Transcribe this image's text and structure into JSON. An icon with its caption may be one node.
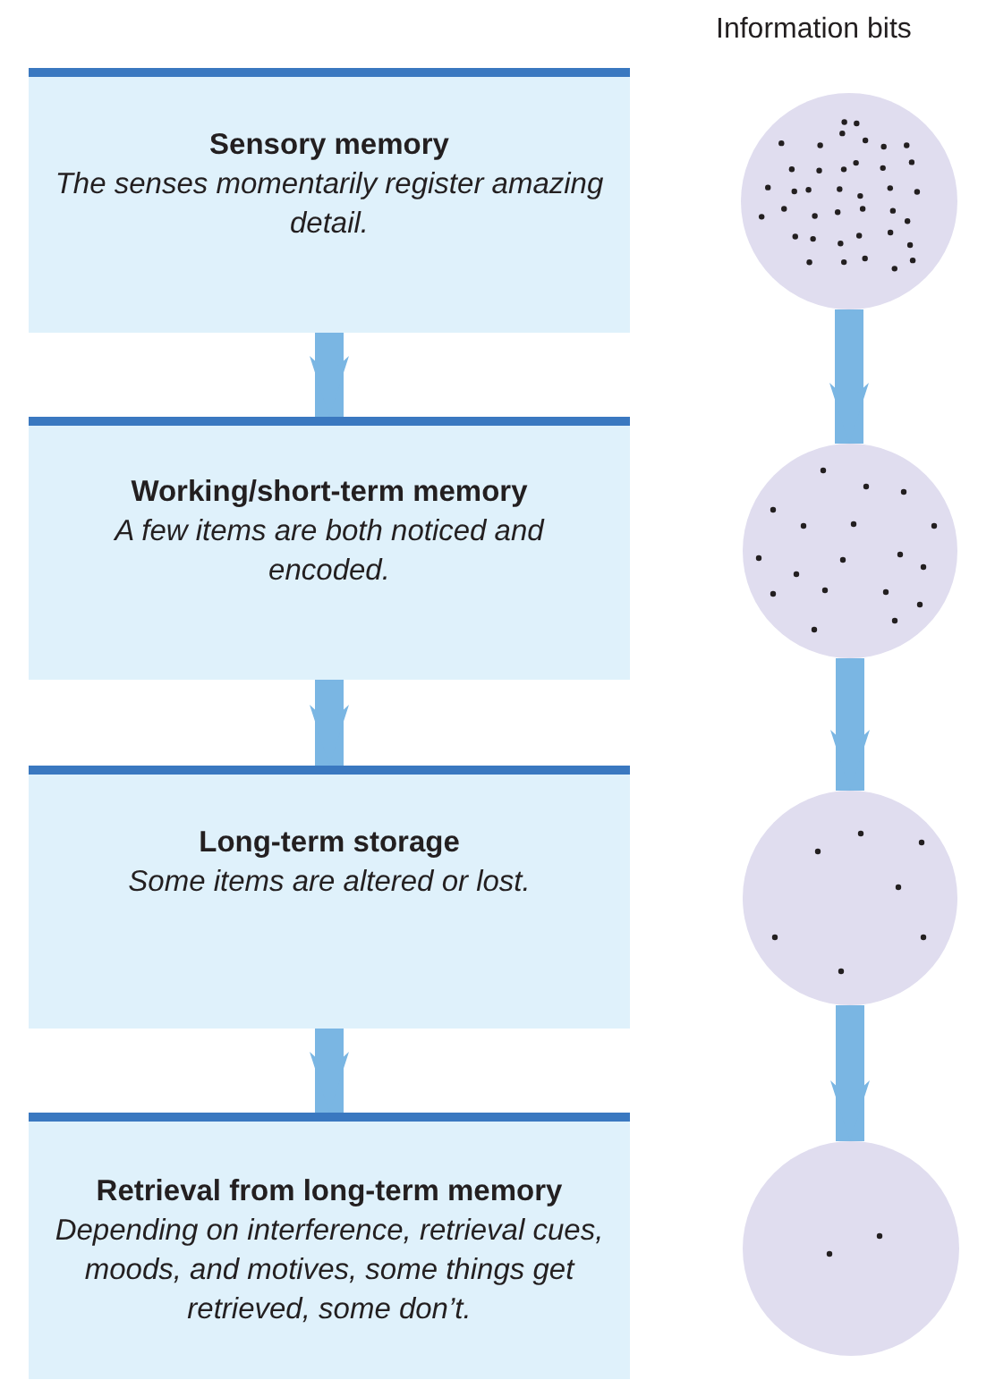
{
  "diagram": {
    "nodes": [
      {
        "text": [
          "Sensory memory",
          "The senses momentarily register amazing detail."
        ]
      },
      {
        "text": [
          "Working/short-term memory",
          "A few items are both noticed and encoded."
        ]
      },
      {
        "text": [
          "Long-term storage",
          "Some items are altered or lost."
        ]
      },
      {
        "text": [
          "Retrieval from long-term memory",
          "Depending on interference, retrieval cues, moods, and motives, some things get retrieved, some don’t."
        ]
      },
      {
        "text": [],
        "shape": "circle"
      },
      {
        "text": [],
        "shape": "circle"
      },
      {
        "text": [],
        "shape": "circle"
      },
      {
        "text": [],
        "shape": "circle"
      }
    ],
    "edges": [
      {
        "from": 0,
        "to": 1,
        "arrow": "to"
      },
      {
        "from": 1,
        "to": 2,
        "arrow": "to"
      },
      {
        "from": 2,
        "to": 3,
        "arrow": "to"
      },
      {
        "from": 4,
        "to": 5,
        "arrow": "to"
      },
      {
        "from": 5,
        "to": 6,
        "arrow": "to"
      },
      {
        "from": 6,
        "to": 7,
        "arrow": "to"
      }
    ],
    "labels": [
      "Information bits"
    ]
  }
}
